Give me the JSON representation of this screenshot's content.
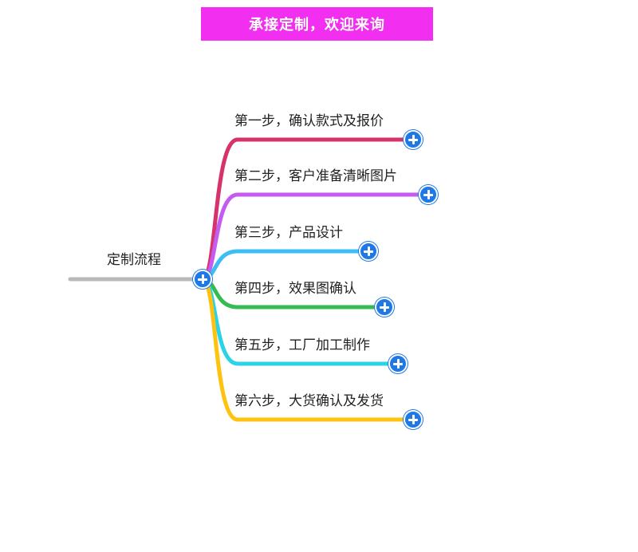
{
  "banner": {
    "text": "承接定制，欢迎来询",
    "color": "#f22ff0"
  },
  "root": {
    "label": "定制流程",
    "line_color": "#b9b9b9",
    "node_icon": "plus-circle-icon"
  },
  "branches": [
    {
      "label": "第一步，确认款式及报价",
      "color": "#d6336c",
      "node_icon": "plus-circle-icon"
    },
    {
      "label": "第二步，客户准备清晰图片",
      "color": "#c55cf0",
      "node_icon": "plus-circle-icon"
    },
    {
      "label": "第三步，产品设计",
      "color": "#3cbdf5",
      "node_icon": "plus-circle-icon"
    },
    {
      "label": "第四步，效果图确认",
      "color": "#34bb52",
      "node_icon": "plus-circle-icon"
    },
    {
      "label": "第五步，工厂加工制作",
      "color": "#2ad3e8",
      "node_icon": "plus-circle-icon"
    },
    {
      "label": "第六步，大货确认及发货",
      "color": "#ffc20e",
      "node_icon": "plus-circle-icon"
    }
  ]
}
